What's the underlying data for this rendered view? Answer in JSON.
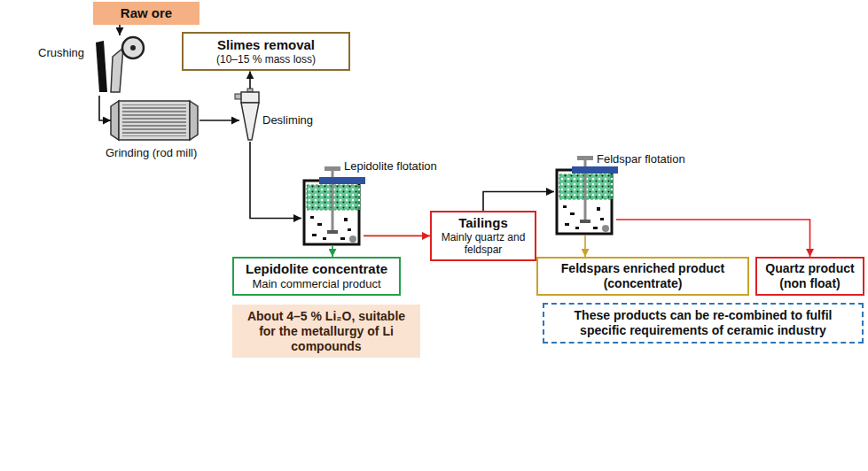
{
  "diagram": {
    "nodes": [
      {
        "text": [
          "Raw ore"
        ]
      },
      {
        "text": [
          "Crushing"
        ]
      },
      {
        "text": [
          "Grinding (rod mill)"
        ]
      },
      {
        "text": [
          "Slimes removal",
          "(10–15 % mass loss)"
        ]
      },
      {
        "text": [
          "Desliming"
        ]
      },
      {
        "text": [
          "Lepidolite flotation"
        ]
      },
      {
        "text": [
          "Lepidolite concentrate",
          "Main commercial product"
        ]
      },
      {
        "text": [
          "About 4–5 % Li₂O, suitable for the metallurgy of Li compounds"
        ]
      },
      {
        "text": [
          "Tailings",
          "Mainly quartz and feldspar"
        ]
      },
      {
        "text": [
          "Feldspar flotation"
        ]
      },
      {
        "text": [
          "Feldspars enriched product (concentrate)"
        ]
      },
      {
        "text": [
          "Quartz product (non float)"
        ]
      },
      {
        "text": [
          "These products can be re-combined to fulfil specific requirements of ceramic industry"
        ]
      }
    ],
    "edges": [
      {
        "from": 0,
        "to": 1,
        "arrow": "to"
      },
      {
        "from": 1,
        "to": 2,
        "arrow": "to"
      },
      {
        "from": 2,
        "to": 4,
        "arrow": "to"
      },
      {
        "from": 4,
        "to": 3,
        "arrow": "to"
      },
      {
        "from": 4,
        "to": 5,
        "arrow": "to"
      },
      {
        "from": 5,
        "to": 6,
        "arrow": "to"
      },
      {
        "from": 5,
        "to": 8,
        "arrow": "to"
      },
      {
        "from": 8,
        "to": 9,
        "arrow": "to"
      },
      {
        "from": 9,
        "to": 10,
        "arrow": "to"
      },
      {
        "from": 9,
        "to": 11,
        "arrow": "to"
      }
    ]
  }
}
